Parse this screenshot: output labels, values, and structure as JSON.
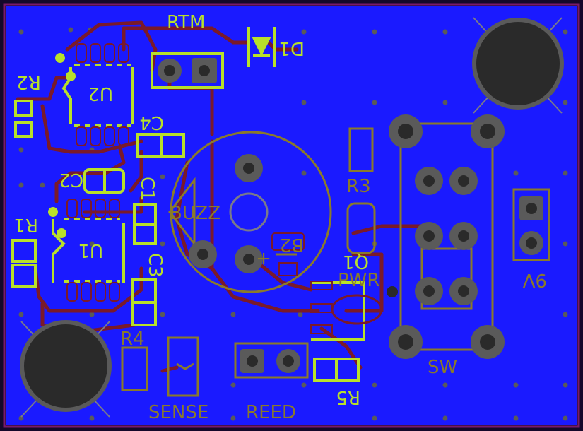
{
  "colors": {
    "copper_fill": "#1a1aff",
    "trace": "#7a1a2a",
    "silk_top": "#b8e02a",
    "silk_bottom": "#8a7a2a",
    "pad": "#5a5a5a",
    "edge": "#7a1a6a"
  },
  "labels": {
    "rtm": "RTM",
    "d1": "D1",
    "r2": "R2",
    "u2": "U2",
    "c4": "C4",
    "c2": "C2",
    "c1": "C1",
    "r1": "R1",
    "u1": "U1",
    "c3": "C3",
    "r4": "R4",
    "r3": "R3",
    "buzz": "BUZZ",
    "b2": "B2",
    "plus": "+",
    "q1": "Q1",
    "pwr": "PWR",
    "nine_v": "9V",
    "sw": "SW",
    "r5": "R5",
    "sense": "SENSE",
    "reed": "REED"
  }
}
